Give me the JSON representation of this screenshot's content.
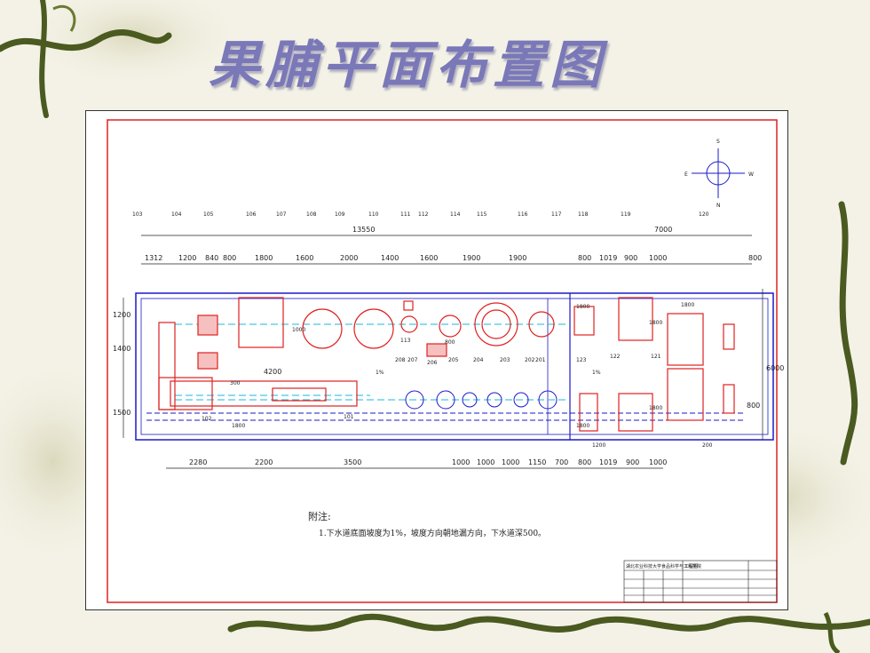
{
  "slide": {
    "title": "果脯平面布置图",
    "colors": {
      "accent": "#7a78b8",
      "frame_red": "#e02020",
      "wall_blue": "#1a1acc",
      "line_dark": "#222222",
      "guide_cyan": "#18b8d8"
    }
  },
  "compass": {
    "north": "S",
    "west": "E",
    "east": "W",
    "south": "N"
  },
  "drawing": {
    "top_labels": [
      "103",
      "104",
      "105",
      "106",
      "107",
      "108",
      "109",
      "110",
      "111",
      "112",
      "114",
      "115",
      "116",
      "117",
      "118",
      "119",
      "120"
    ],
    "overall_dims": [
      "13550",
      "7000"
    ],
    "upper_dims": [
      "1312",
      "1200",
      "840",
      "800",
      "1800",
      "1600",
      "2000",
      "1400",
      "1600",
      "1900",
      "1900",
      "800",
      "1019",
      "900",
      "1000",
      "800"
    ],
    "lower_dims": [
      "2280",
      "2200",
      "3500",
      "1000",
      "1000",
      "1000",
      "1150",
      "700",
      "800",
      "1019",
      "900",
      "1000"
    ],
    "left_dims": [
      "1200",
      "1400",
      "1500"
    ],
    "right_dims": [
      "6000",
      "800"
    ],
    "inner_labels": [
      "113",
      "208",
      "207",
      "206",
      "205",
      "204",
      "203",
      "202",
      "201",
      "123",
      "122",
      "121",
      "102",
      "101",
      "4200",
      "300",
      "1000",
      "800",
      "1800",
      "1800",
      "1800",
      "1800",
      "1800",
      "1800",
      "1200",
      "200",
      "1%",
      "1%"
    ]
  },
  "notes": {
    "heading": "附注:",
    "item1": "1.下水道底面坡度为1%，坡度方向朝地漏方向，下水道深500。"
  },
  "title_block": {
    "org": "湖北农业科技大学食品科学与工程学院",
    "sheet_no": "工程图"
  }
}
